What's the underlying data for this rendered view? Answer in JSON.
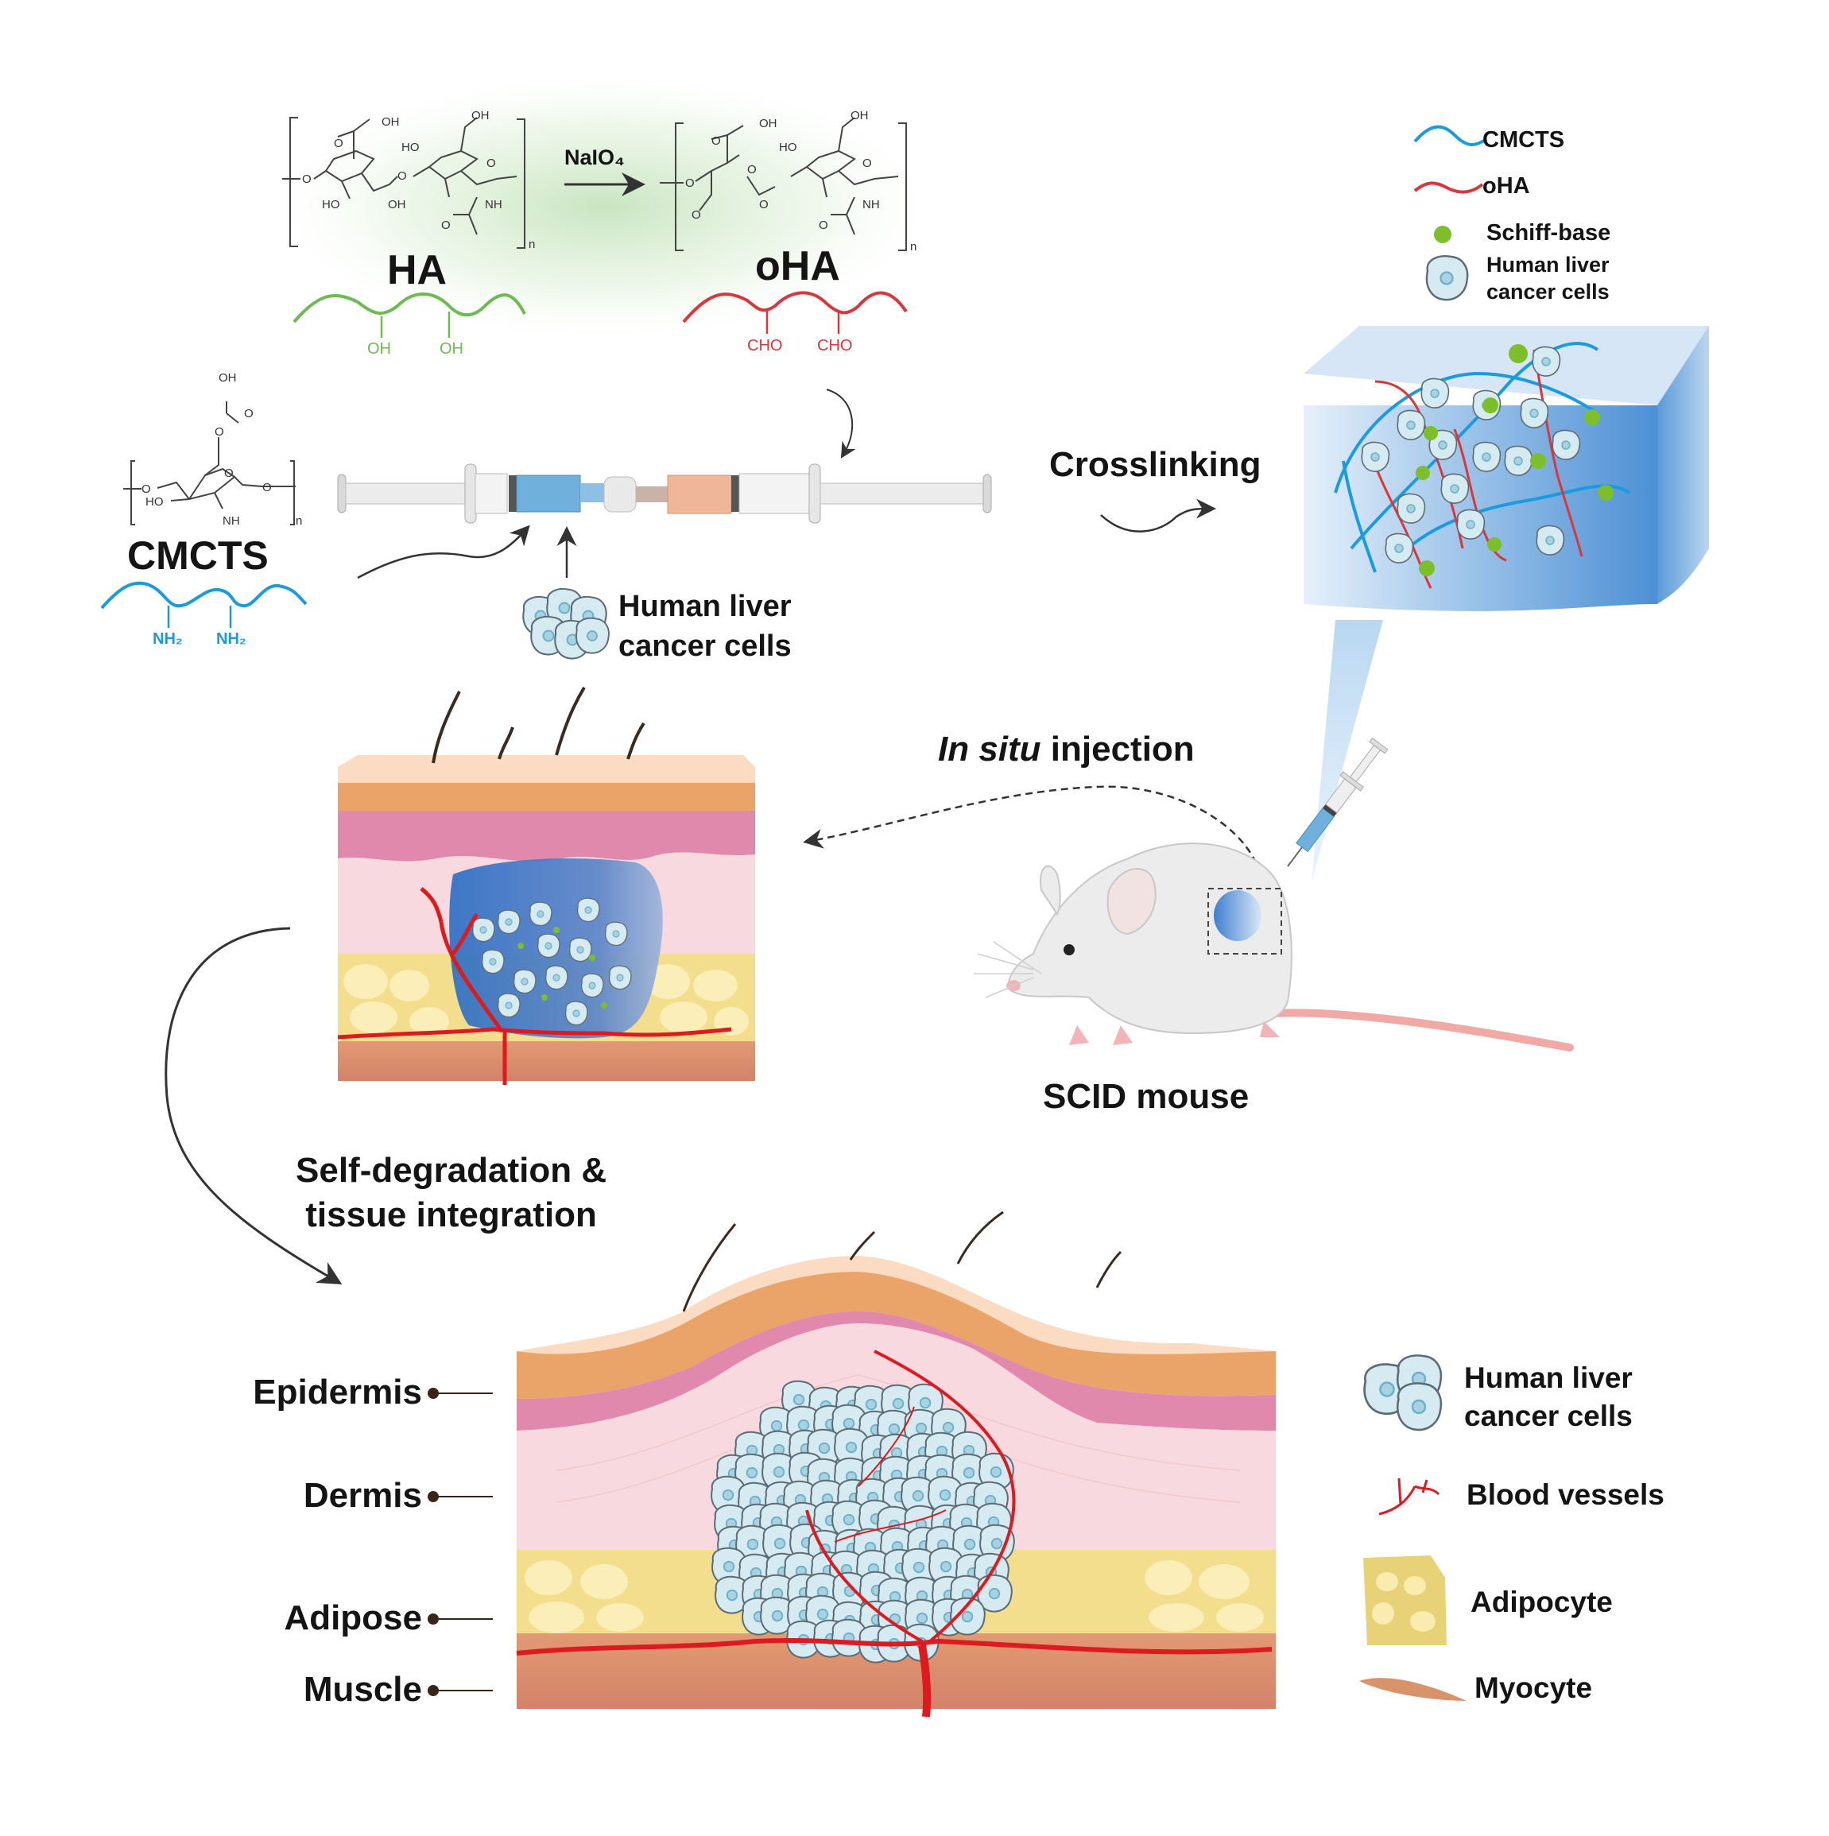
{
  "figure": {
    "reaction": {
      "reagent": "NaIO₄",
      "reactant_label": "HA",
      "product_label": "oHA",
      "reactant_groups": [
        "OH",
        "OH"
      ],
      "product_groups": [
        "CHO",
        "CHO"
      ],
      "repeat_subscript": "n",
      "atoms": {
        "OH": "OH",
        "HO": "HO",
        "O": "O",
        "NH": "NH",
        "NH2": "NH₂"
      }
    },
    "cmcts": {
      "label": "CMCTS",
      "groups": [
        "NH₂",
        "NH₂"
      ]
    },
    "cells_input_label_line1": "Human liver",
    "cells_input_label_line2": "cancer cells",
    "crosslinking_label": "Crosslinking",
    "injection_label_italic": "In situ",
    "injection_label_rest": " injection",
    "mouse_label": "SCID mouse",
    "degradation_label_line1": "Self-degradation &",
    "degradation_label_line2": "tissue integration",
    "top_legend": [
      {
        "icon": "cmcts-chain-icon",
        "label": "CMCTS",
        "color": "#1a9be0"
      },
      {
        "icon": "oha-chain-icon",
        "label": "oHA",
        "color": "#d8373c"
      },
      {
        "icon": "schiff-base-dot-icon",
        "label": "Schiff-base",
        "color": "#7cbf2a"
      },
      {
        "icon": "cancer-cell-icon",
        "label_line1": "Human liver",
        "label_line2": "cancer cells",
        "color": "#cde6ee"
      }
    ],
    "tissue_layers": [
      "Epidermis",
      "Dermis",
      "Adipose",
      "Muscle"
    ],
    "bottom_legend": [
      {
        "icon": "cancer-cells-cluster-icon",
        "label_line1": "Human liver",
        "label_line2": "cancer cells"
      },
      {
        "icon": "blood-vessel-icon",
        "label": "Blood vessels"
      },
      {
        "icon": "adipocyte-icon",
        "label": "Adipocyte"
      },
      {
        "icon": "myocyte-icon",
        "label": "Myocyte"
      }
    ],
    "colors": {
      "cmcts_blue": "#1a9be0",
      "oha_red": "#d8373c",
      "ha_green": "#6dbb52",
      "schiff_green": "#7cbf2a",
      "cell_fill": "#cde6ee",
      "epidermis_top": "#fbdcc2",
      "epidermis_orange": "#eaa46a",
      "dermis_pink": "#e089ad",
      "dermis_light": "#f8d9e0",
      "adipose_yellow": "#f2de8c",
      "muscle": "#d98a6a",
      "vessel_red": "#dc1a1f",
      "hydrogel_blue": "#3d7fcf"
    }
  }
}
